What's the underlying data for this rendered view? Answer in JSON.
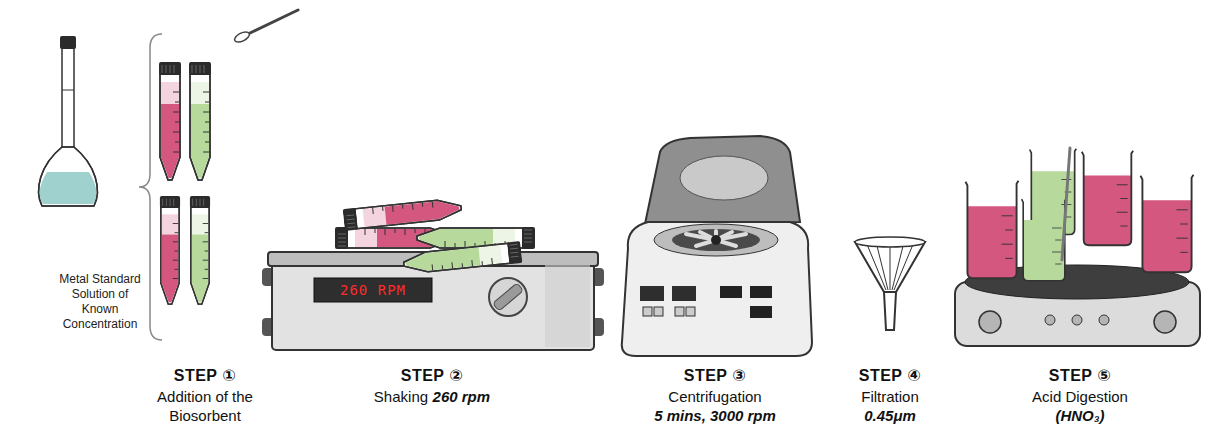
{
  "diagram": {
    "labels": [
      "Metal Standard Solution of Known Concentration",
      "260 RPM",
      "STEP ①",
      "Addition of the Biosorbent",
      "STEP ②",
      "Shaking",
      "260 rpm",
      "STEP ③",
      "Centrifugation",
      "5 mins, 3000 rpm",
      "STEP ④",
      "Filtration",
      "0.45μm",
      "STEP ⑤",
      "Acid Digestion",
      "(HNO₃)"
    ]
  }
}
